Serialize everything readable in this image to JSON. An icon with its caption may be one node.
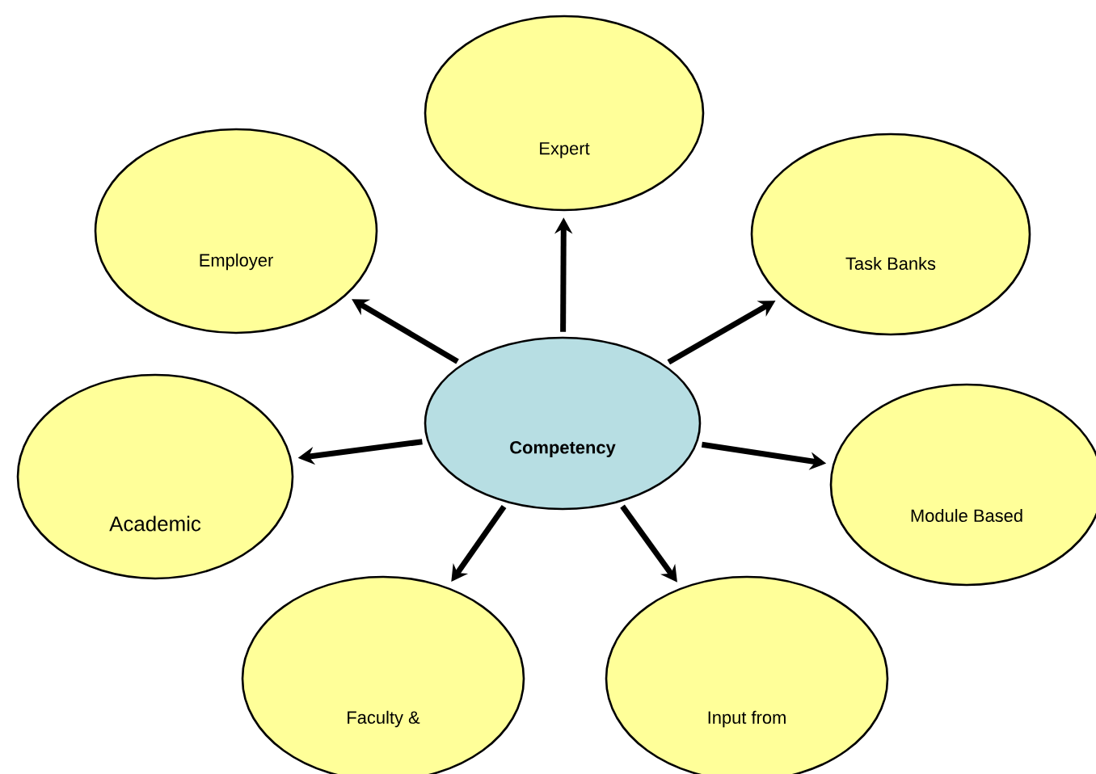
{
  "diagram": {
    "nodes": [
      {
        "text": [
          "Expert"
        ]
      },
      {
        "text": [
          "Employer"
        ]
      },
      {
        "text": [
          "Task Banks"
        ]
      },
      {
        "text": [
          "Competency"
        ]
      },
      {
        "text": [
          "Academic"
        ]
      },
      {
        "text": [
          "Module Based"
        ]
      },
      {
        "text": [
          "Faculty &"
        ]
      },
      {
        "text": [
          "Input from"
        ]
      }
    ],
    "edges": [
      {
        "from": 3,
        "to": 0,
        "arrow": "to"
      },
      {
        "from": 3,
        "to": 1,
        "arrow": "to"
      },
      {
        "from": 3,
        "to": 2,
        "arrow": "to"
      },
      {
        "from": 3,
        "to": 4,
        "arrow": "to"
      },
      {
        "from": 3,
        "to": 5,
        "arrow": "to"
      },
      {
        "from": 3,
        "to": 6,
        "arrow": "to"
      },
      {
        "from": 3,
        "to": 7,
        "arrow": "to"
      }
    ]
  }
}
